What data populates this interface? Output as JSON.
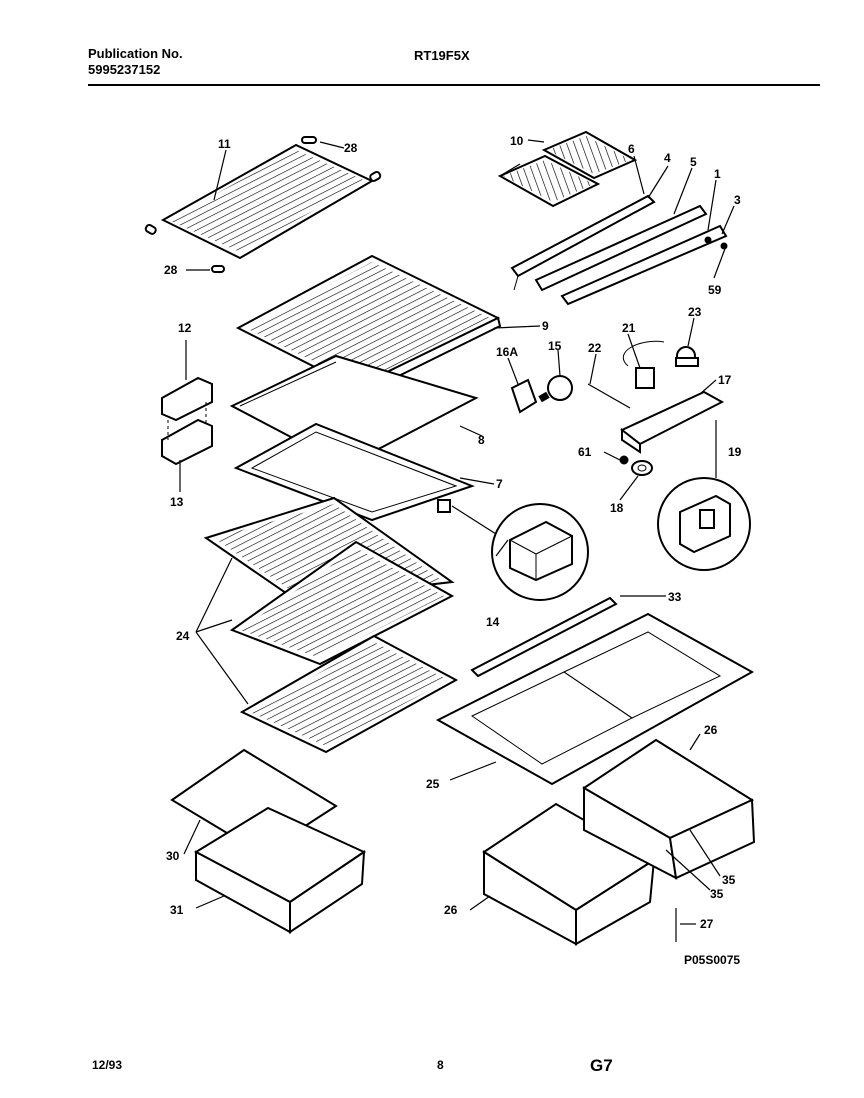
{
  "header": {
    "publication_label": "Publication No.",
    "publication_number": "5995237152",
    "model": "RT19F5X"
  },
  "diagram": {
    "drawing_code": "P05S0075",
    "callouts": {
      "c1": "1",
      "c3": "3",
      "c4": "4",
      "c5": "5",
      "c6": "6",
      "c7": "7",
      "c8": "8",
      "c9": "9",
      "c10": "10",
      "c11": "11",
      "c12": "12",
      "c13": "13",
      "c14": "14",
      "c15": "15",
      "c16a": "16A",
      "c17": "17",
      "c18": "18",
      "c19": "19",
      "c21": "21",
      "c22": "22",
      "c23": "23",
      "c24": "24",
      "c25": "25",
      "c26_top": "26",
      "c26_bottom": "26",
      "c27": "27",
      "c28_top": "28",
      "c28_left": "28",
      "c30": "30",
      "c31": "31",
      "c33": "33",
      "c35_a": "35",
      "c35_b": "35",
      "c59": "59",
      "c61": "61"
    }
  },
  "footer": {
    "date": "12/93",
    "page": "8",
    "section": "G7"
  }
}
